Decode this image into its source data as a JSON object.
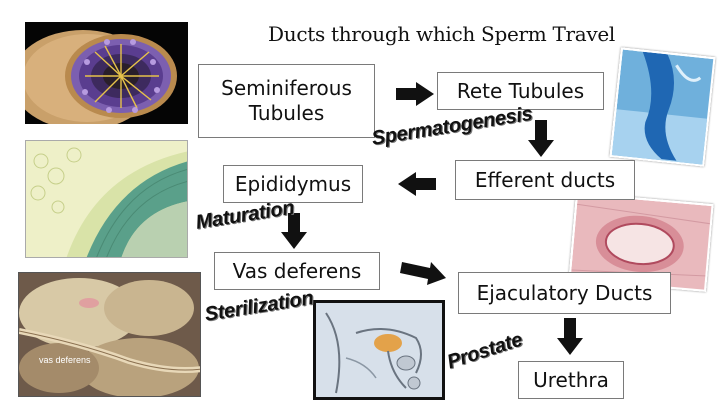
{
  "title": "Ducts through which Sperm Travel",
  "boxes": {
    "seminiferous": "Seminiferous Tubules",
    "rete": "Rete Tubules",
    "efferent": "Efferent ducts",
    "epididymus": "Epididymus",
    "vas": "Vas deferens",
    "ejaculatory": "Ejaculatory Ducts",
    "urethra": "Urethra"
  },
  "labels": {
    "spermatogenesis": "Spermatogenesis",
    "maturation": "Maturation",
    "sterilization": "Sterilization",
    "prostate": "Prostate"
  },
  "images": {
    "vas_caption": "vas deferens"
  }
}
